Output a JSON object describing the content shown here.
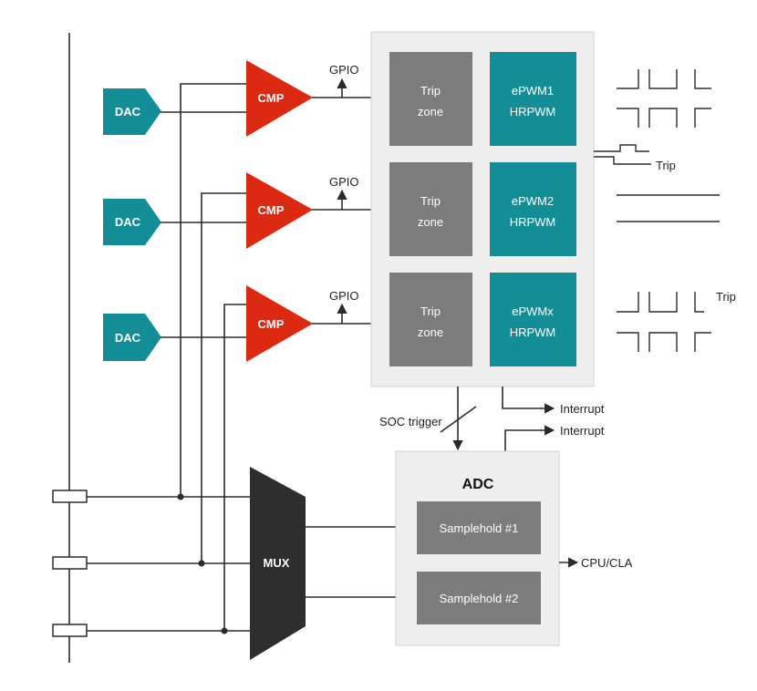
{
  "colors": {
    "dac": "#138e96",
    "cmp": "#dc2a12",
    "epwm": "#138e96",
    "trip_zone": "#7c7c7c",
    "samplehold": "#7c7c7c",
    "mux": "#2e2e2e",
    "panel": "#eeeeee",
    "panel_border": "#d0d0d0",
    "wire": "#2b2b2b"
  },
  "dac": {
    "label": "DAC"
  },
  "cmp": {
    "label": "CMP"
  },
  "gpio": {
    "label": "GPIO"
  },
  "trip_zone": {
    "line1": "Trip",
    "line2": "zone"
  },
  "epwm": [
    {
      "line1": "ePWM1",
      "line2": "HRPWM"
    },
    {
      "line1": "ePWM2",
      "line2": "HRPWM"
    },
    {
      "line1": "ePWMx",
      "line2": "HRPWM"
    }
  ],
  "signals": {
    "trip_label_1": "Trip",
    "trip_label_2": "Trip",
    "soc_trigger": "SOC trigger",
    "interrupt_1": "Interrupt",
    "interrupt_2": "Interrupt",
    "cpu_cla": "CPU/CLA"
  },
  "mux": {
    "label": "MUX"
  },
  "adc": {
    "title": "ADC",
    "samplehold_1": "Samplehold #1",
    "samplehold_2": "Samplehold #2"
  }
}
